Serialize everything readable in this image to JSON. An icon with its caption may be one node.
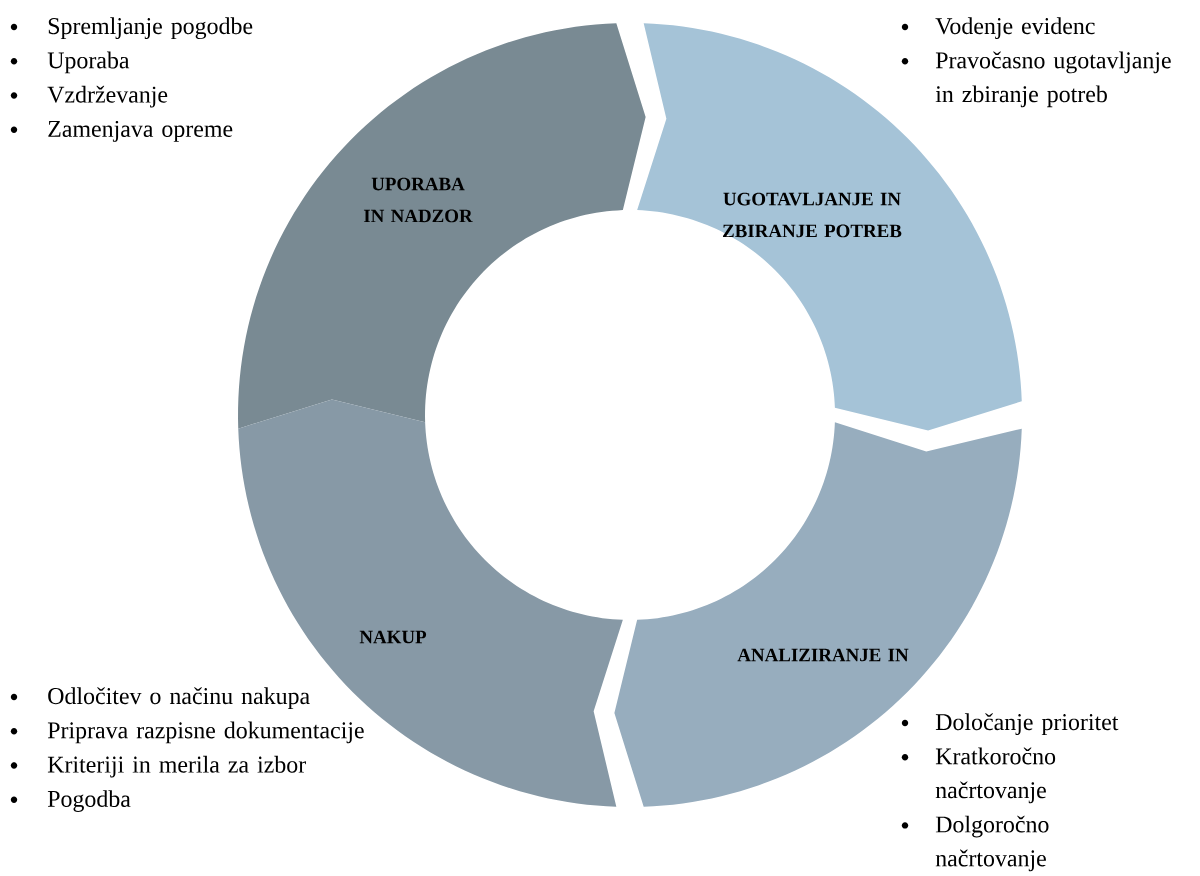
{
  "diagram": {
    "nodes": [
      {
        "text": [
          "UPORABA IN NADZOR"
        ],
        "beside": [
          "Spremljanje pogodbe",
          "Uporaba",
          "Vzdrževanje",
          "Zamenjava opreme"
        ]
      },
      {
        "text": [
          "UGOTAVLJANJE IN ZBIRANJE POTREB"
        ],
        "beside": [
          "Vodenje evidenc",
          "Pravočasno ugotavljanje in zbiranje potreb"
        ]
      },
      {
        "text": [
          "ANALIZIRANJE IN"
        ],
        "beside": [
          "Določanje prioritet",
          "Kratkoročno načrtovanje",
          "Dolgoročno načrtovanje"
        ]
      },
      {
        "text": [
          "NAKUP"
        ],
        "beside": [
          "Odločitev o načinu nakupa",
          "Priprava razpisne dokumentacije",
          "Kriteriji in merila za izbor",
          "Pogodba"
        ]
      }
    ]
  }
}
